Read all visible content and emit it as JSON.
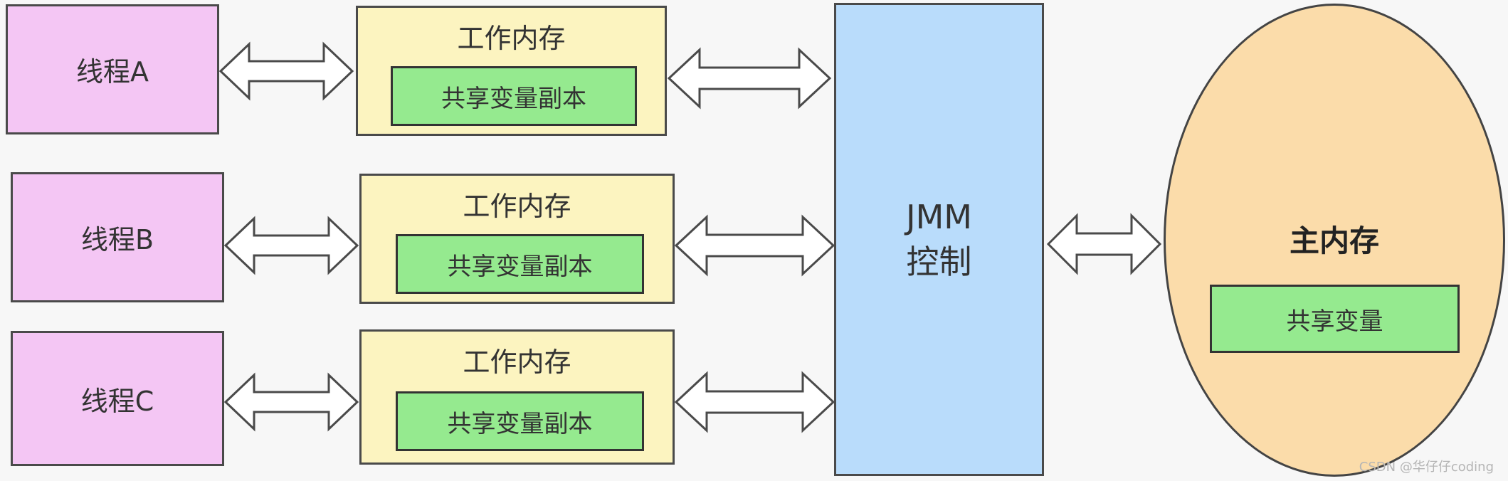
{
  "threads": [
    {
      "label": "线程A"
    },
    {
      "label": "线程B"
    },
    {
      "label": "线程C"
    }
  ],
  "working_memory": [
    {
      "title": "工作内存",
      "copy_label": "共享变量副本"
    },
    {
      "title": "工作内存",
      "copy_label": "共享变量副本"
    },
    {
      "title": "工作内存",
      "copy_label": "共享变量副本"
    }
  ],
  "jmm": {
    "line1": "JMM",
    "line2": "控制"
  },
  "main_memory": {
    "title": "主内存",
    "shared_label": "共享变量"
  },
  "watermark": "CSDN @华仔仔coding",
  "colors": {
    "thread_fill": "#f4c6f4",
    "working_memory_fill": "#fcf4c0",
    "copy_fill": "#95ea8f",
    "jmm_fill": "#b9dcfb",
    "main_memory_fill": "#fbdcaa",
    "arrow_fill": "#ffffff",
    "stroke": "#4a4a4a"
  }
}
